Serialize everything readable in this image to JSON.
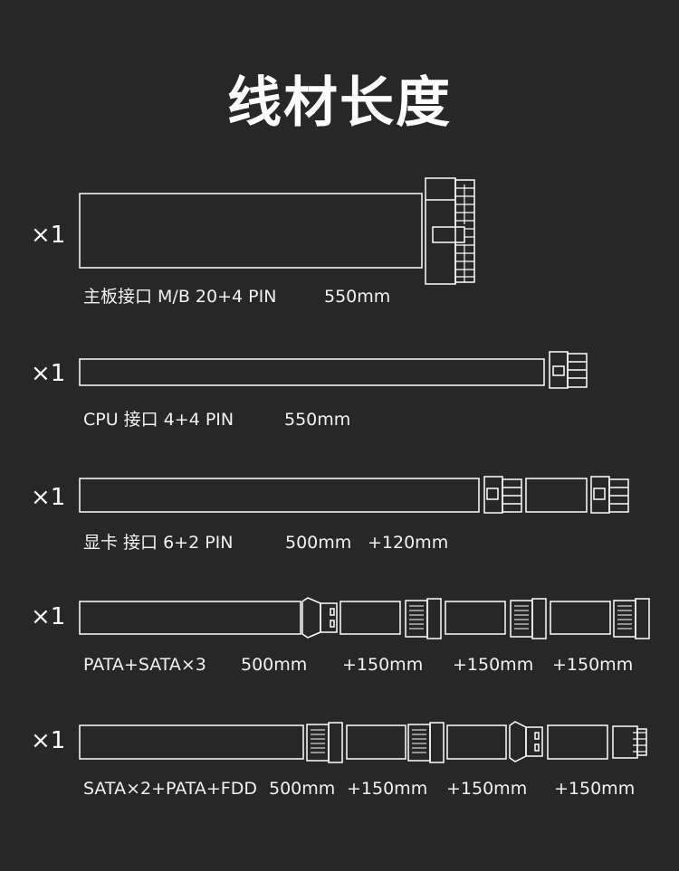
{
  "title": "线材长度",
  "line_color": "#ffffff",
  "background_color": "#272727",
  "cables": [
    {
      "multiplier": "×1",
      "labels": [
        "主板接口 M/B 20+4 PIN",
        "550mm"
      ],
      "connectors": [
        "atx-24pin-connector"
      ]
    },
    {
      "multiplier": "×1",
      "labels": [
        "CPU 接口 4+4 PIN",
        "550mm"
      ],
      "connectors": [
        "cpu-4-4pin-connector"
      ]
    },
    {
      "multiplier": "×1",
      "labels": [
        "显卡 接口 6+2 PIN",
        "500mm",
        "+120mm"
      ],
      "connectors": [
        "pcie-6-2pin-connector",
        "pcie-6-2pin-connector"
      ]
    },
    {
      "multiplier": "×1",
      "labels": [
        "PATA+SATA×3",
        "500mm",
        "+150mm",
        "+150mm",
        "+150mm"
      ],
      "connectors": [
        "pata-connector",
        "sata-connector",
        "sata-connector",
        "sata-connector"
      ]
    },
    {
      "multiplier": "×1",
      "labels": [
        "SATA×2+PATA+FDD",
        "500mm",
        "+150mm",
        "+150mm",
        "+150mm"
      ],
      "connectors": [
        "sata-connector",
        "sata-connector",
        "pata-connector",
        "fdd-connector"
      ]
    }
  ]
}
